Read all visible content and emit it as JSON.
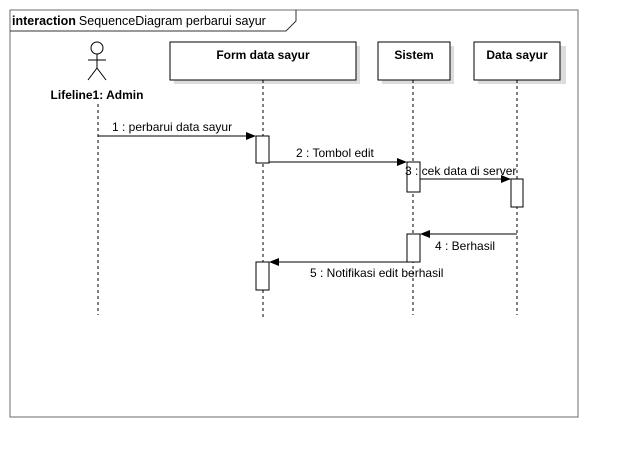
{
  "frame": {
    "keyword": "interaction",
    "name": "SequenceDiagram perbarui  sayur"
  },
  "actor": {
    "label": "Lifeline1: Admin"
  },
  "lifelines": [
    {
      "id": "form",
      "label": "Form data sayur"
    },
    {
      "id": "sistem",
      "label": "Sistem"
    },
    {
      "id": "data",
      "label": "Data sayur"
    }
  ],
  "messages": [
    {
      "number": 1,
      "label": "1 : perbarui data sayur",
      "from": "Lifeline1: Admin",
      "to": "Form data sayur"
    },
    {
      "number": 2,
      "label": "2 : Tombol edit",
      "from": "Form data sayur",
      "to": "Sistem"
    },
    {
      "number": 3,
      "label": "3 : cek data di server",
      "from": "Sistem",
      "to": "Data sayur"
    },
    {
      "number": 4,
      "label": "4 : Berhasil",
      "from": "Data sayur",
      "to": "Sistem"
    },
    {
      "number": 5,
      "label": "5 : Notifikasi edit berhasil",
      "from": "Sistem",
      "to": "Form data sayur"
    }
  ]
}
